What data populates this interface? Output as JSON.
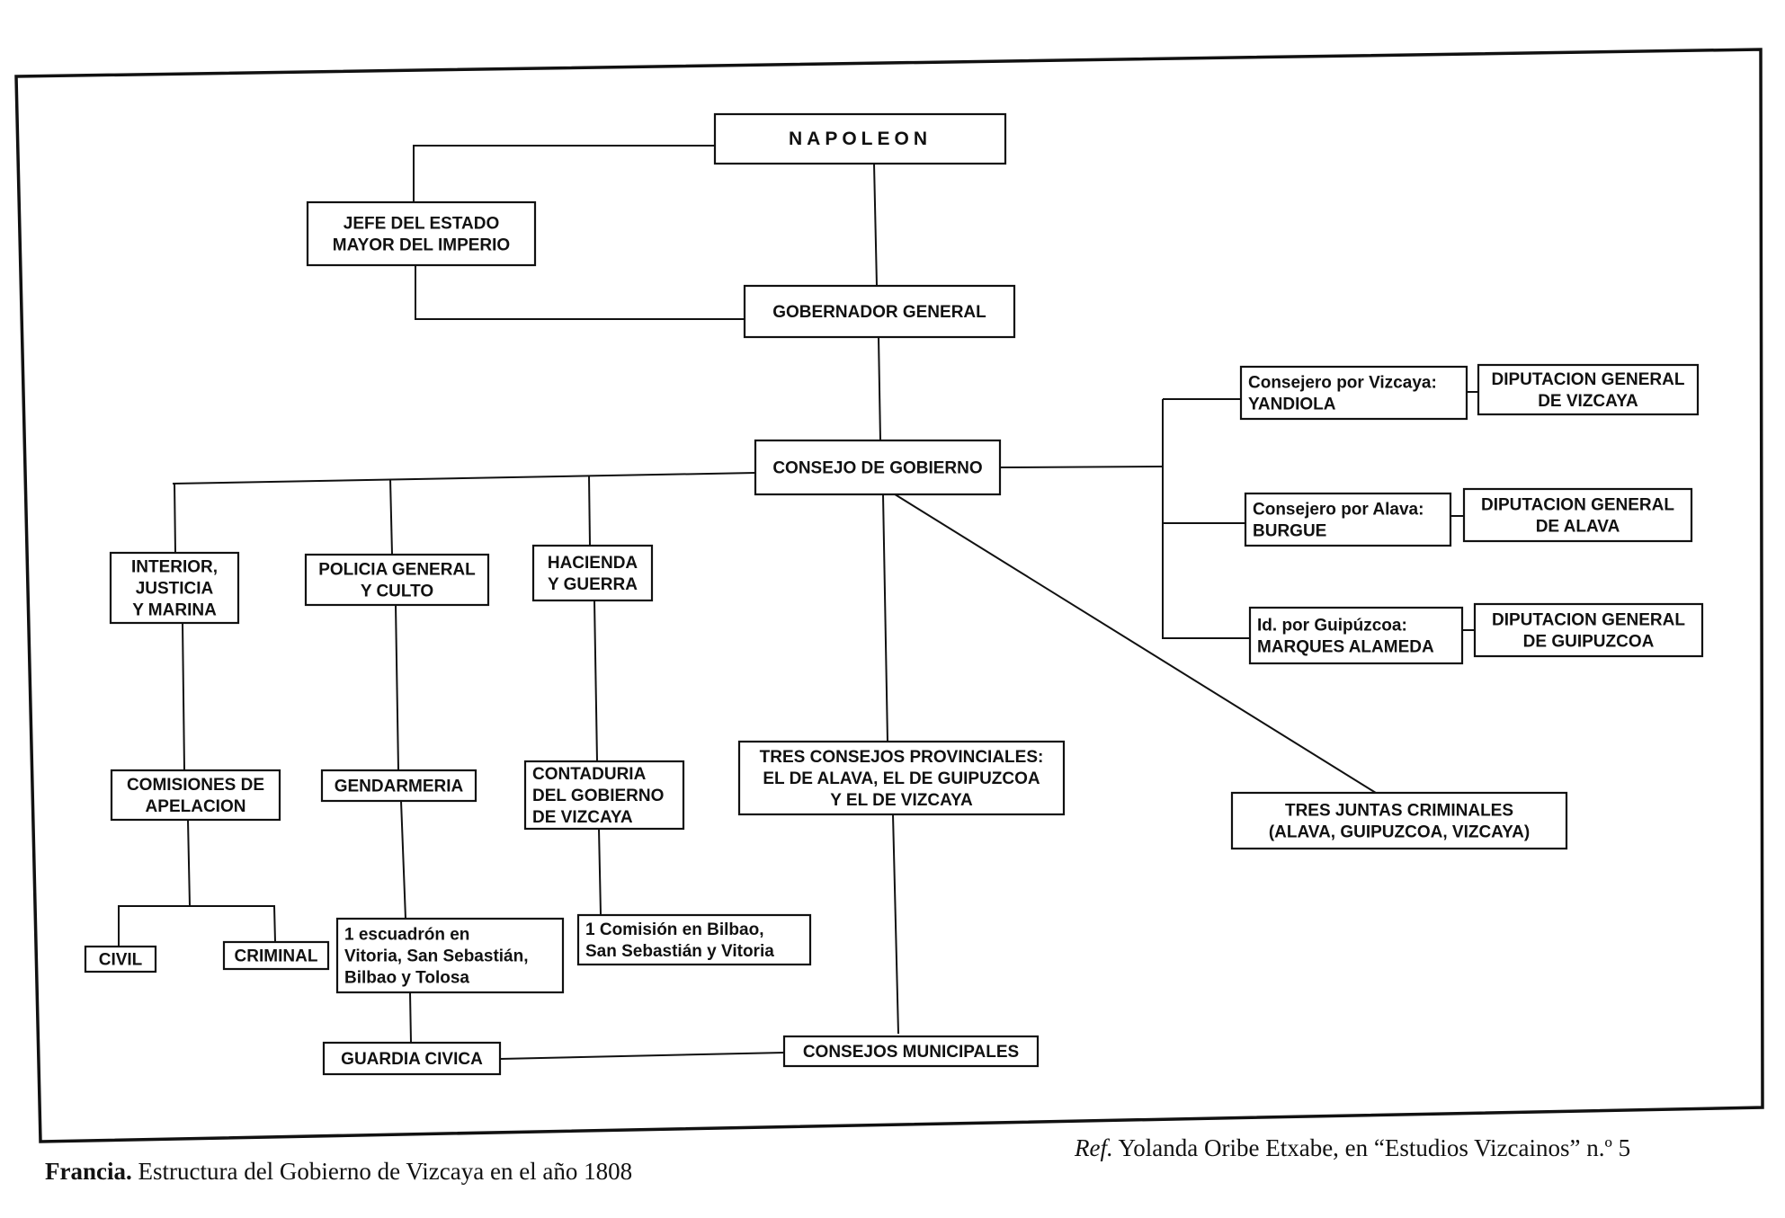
{
  "nodes": {
    "napoleon": [
      "NAPOLEON"
    ],
    "jefe": [
      "JEFE DEL ESTADO",
      "MAYOR DEL IMPERIO"
    ],
    "gobernador": [
      "GOBERNADOR GENERAL"
    ],
    "consejo": [
      "CONSEJO DE GOBIERNO"
    ],
    "interior": [
      "INTERIOR,",
      "JUSTICIA",
      "Y MARINA"
    ],
    "policia": [
      "POLICIA GENERAL",
      "Y CULTO"
    ],
    "hacienda": [
      "HACIENDA",
      "Y GUERRA"
    ],
    "comisiones": [
      "COMISIONES DE",
      "APELACION"
    ],
    "gendarmeria": [
      "GENDARMERIA"
    ],
    "contaduria": [
      "CONTADURIA",
      "DEL GOBIERNO",
      "DE VIZCAYA"
    ],
    "tres_consejos": [
      "TRES CONSEJOS PROVINCIALES:",
      "EL DE ALAVA, EL DE GUIPUZCOA",
      "Y EL DE VIZCAYA"
    ],
    "tres_juntas": [
      "TRES JUNTAS CRIMINALES",
      "(ALAVA, GUIPUZCOA, VIZCAYA)"
    ],
    "civil": [
      "CIVIL"
    ],
    "criminal": [
      "CRIMINAL"
    ],
    "escuadron": [
      "1 escuadrón en",
      "Vitoria, San Sebastián,",
      "Bilbao y Tolosa"
    ],
    "comision_bilbao": [
      "1 Comisión en Bilbao,",
      "San Sebastián y Vitoria"
    ],
    "guardia": [
      "GUARDIA CIVICA"
    ],
    "municipales": [
      "CONSEJOS MUNICIPALES"
    ],
    "cons_vizcaya": [
      "Consejero por Vizcaya:",
      "YANDIOLA"
    ],
    "dip_vizcaya": [
      "DIPUTACION GENERAL",
      "DE VIZCAYA"
    ],
    "cons_alava": [
      "Consejero por Alava:",
      "BURGUE"
    ],
    "dip_alava": [
      "DIPUTACION GENERAL",
      "DE ALAVA"
    ],
    "cons_guipuzcoa": [
      "Id. por Guipúzcoa:",
      "MARQUES ALAMEDA"
    ],
    "dip_guipuzcoa": [
      "DIPUTACION GENERAL",
      "DE GUIPUZCOA"
    ]
  },
  "caption": {
    "bold": "Francia.",
    "text": "Estructura del Gobierno de Vizcaya en el año 1808",
    "ref_italic": "Ref.",
    "ref_text": "Yolanda Oribe Etxabe, en “Estudios Vizcainos” n.º 5"
  }
}
